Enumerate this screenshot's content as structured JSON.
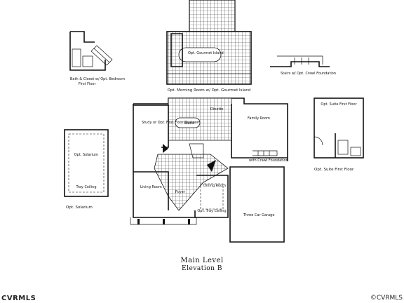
{
  "labels": {
    "bath_closet": "Bath & Closet w/ Opt. Bedroom",
    "first_floor": "First Floor",
    "gourmet_island": "Opt. Gourmet Island",
    "morning_room": "Opt. Morning Room w/ Opt. Gourmet Island",
    "stairs_crawl": "Stairs w/ Opt. Crawl Foundation",
    "suite_first_floor_room": "Opt. Suite First Floor",
    "suite_first_floor": "Opt. Suite First Floor",
    "study": "Study or Opt. First Floor Bedroom",
    "solarium_room": "Opt. Solarium",
    "solarium": "Opt. Solarium",
    "tray_ceiling": "Tray Ceiling",
    "family_room": "Family Room",
    "veranda": "Dinette",
    "island": "Island",
    "living_room": "Living Room",
    "dining_room": "Dining Room",
    "tray_ceiling_dining": "Opt. Tray Ceiling",
    "garage": "Three Car Garage",
    "crawl_foundation": "with Crawl Foundation",
    "foyer": "Foyer"
  },
  "caption": {
    "title": "Main Level",
    "subtitle": "Elevation B"
  },
  "watermark": {
    "left": "CVRMLS",
    "right": "©CVRMLS"
  }
}
